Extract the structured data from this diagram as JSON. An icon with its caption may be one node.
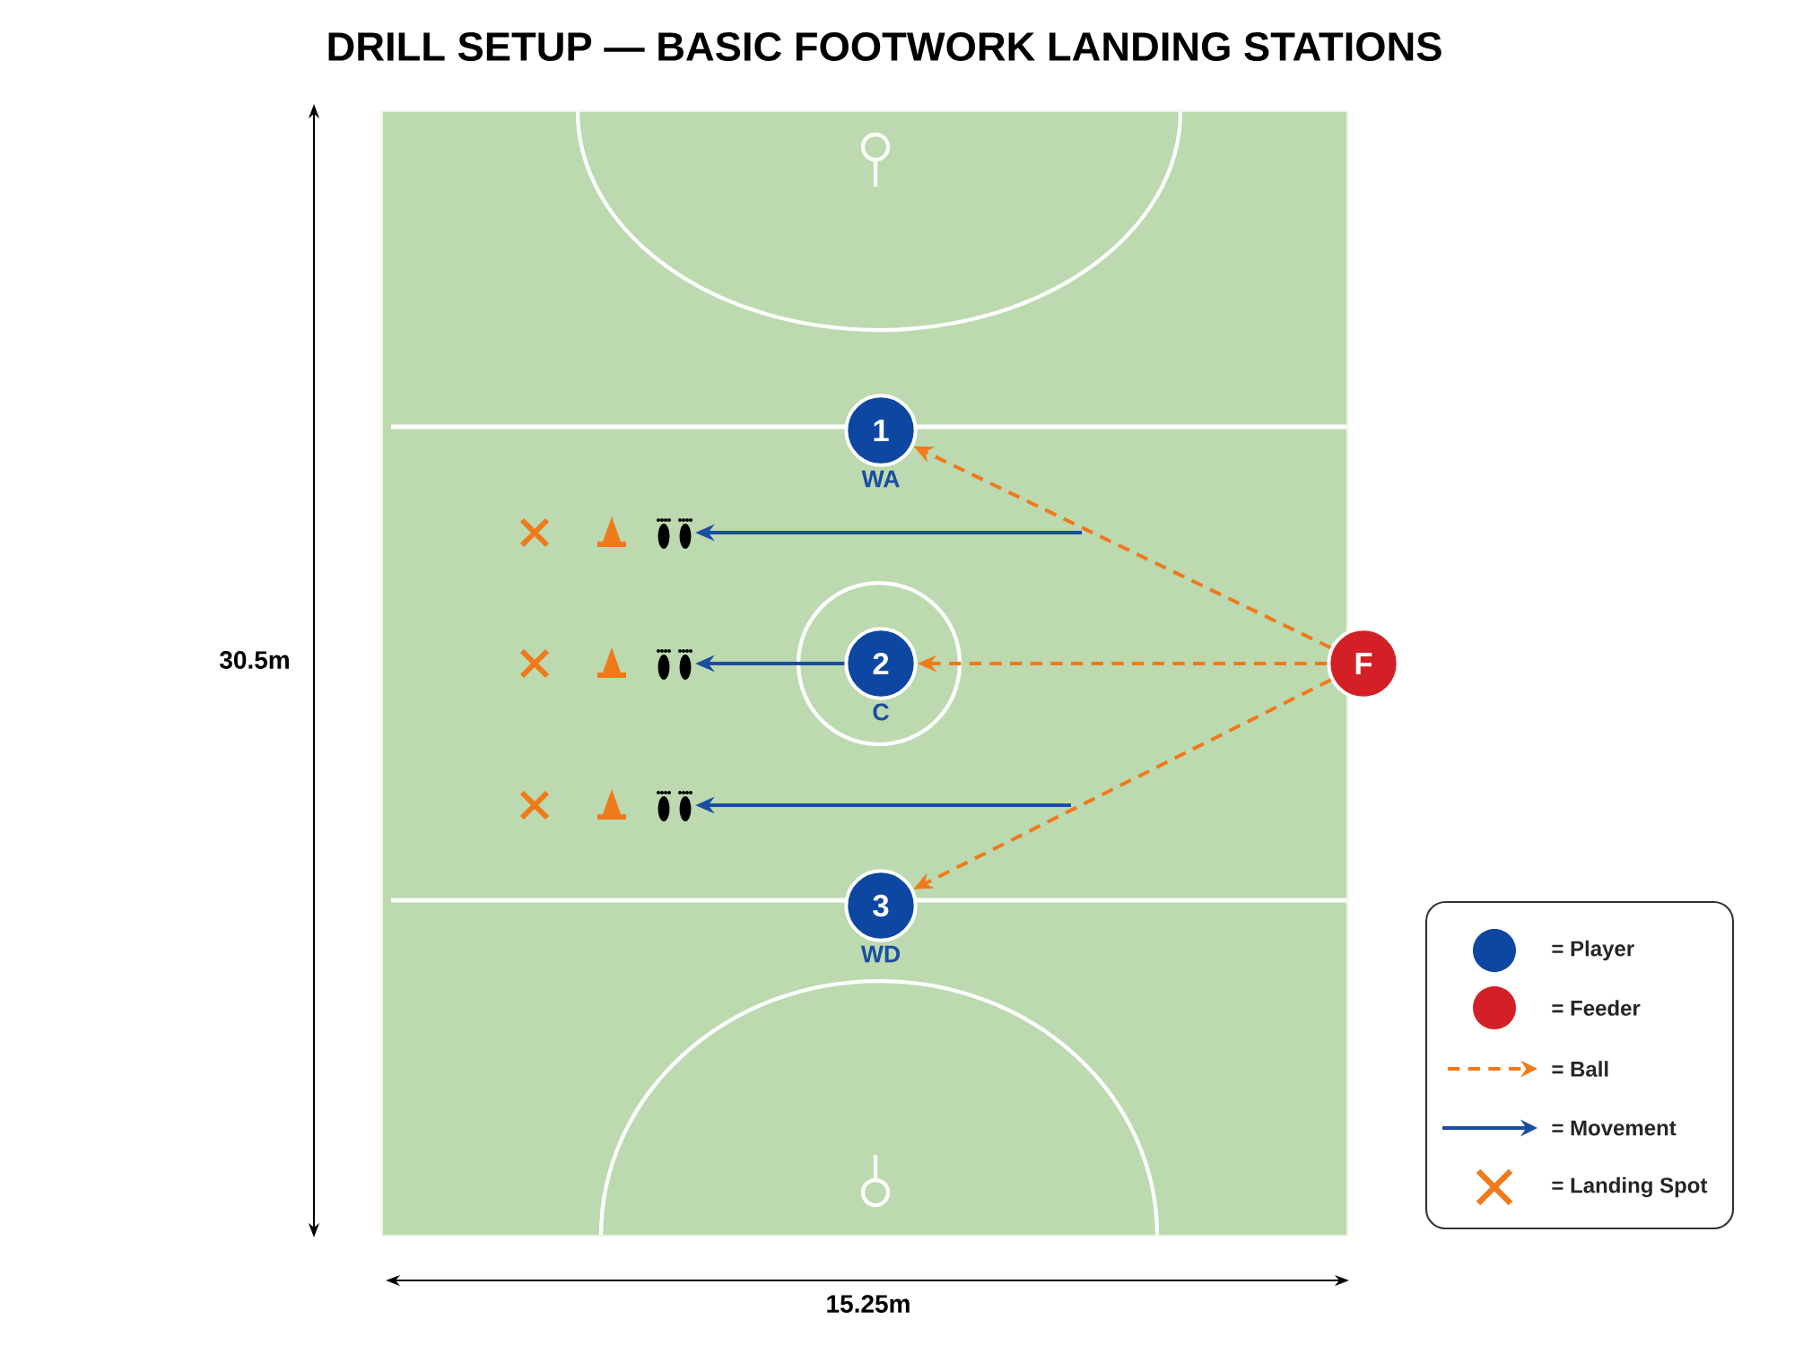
{
  "diagram": {
    "title": "DRILL SETUP — BASIC FOOTWORK LANDING STATIONS",
    "nodes": [
      {
        "text": [
          "1"
        ],
        "beside": [
          "WA"
        ]
      },
      {
        "text": [
          "2"
        ],
        "beside": [
          "C"
        ]
      },
      {
        "text": [
          "3"
        ],
        "beside": [
          "WD"
        ]
      },
      {
        "text": [
          "F"
        ]
      },
      {
        "text": [],
        "shape": "footprints"
      },
      {
        "text": [],
        "shape": "footprints"
      },
      {
        "text": [],
        "shape": "footprints"
      }
    ],
    "edges": [
      {
        "from": 3,
        "to": 0,
        "arrow": "to",
        "style": "dashed",
        "color": "#f07a1a"
      },
      {
        "from": 3,
        "to": 1,
        "arrow": "to",
        "style": "dashed",
        "color": "#f07a1a"
      },
      {
        "from": 3,
        "to": 2,
        "arrow": "to",
        "style": "dashed",
        "color": "#f07a1a"
      },
      {
        "from": null,
        "to": 4,
        "arrow": "to",
        "color": "#1a4ea0"
      },
      {
        "from": 1,
        "to": 5,
        "arrow": "to",
        "color": "#1a4ea0"
      },
      {
        "from": null,
        "to": 6,
        "arrow": "to",
        "color": "#1a4ea0"
      }
    ],
    "labels": [
      "30.5m",
      "15.25m"
    ],
    "legend": [
      {
        "text": "= Player",
        "color": "#0d47a1"
      },
      {
        "text": "= Feeder",
        "color": "#d32027"
      },
      {
        "text": "= Ball"
      },
      {
        "text": "= Movement"
      },
      {
        "text": "= Landing Spot"
      }
    ]
  }
}
